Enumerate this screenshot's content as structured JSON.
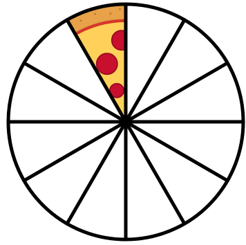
{
  "diagram": {
    "total_slices": 12,
    "filled_slices": 1,
    "filled_slice_index": 11,
    "filled_fraction": 0.0833,
    "fill_depiction": "pepperoni-pizza-slice",
    "colors": {
      "outline": "#000000",
      "background": "#ffffff",
      "crust": "#e7a24a",
      "crust_edge": "#c77f2e",
      "cheese": "#ffd15a",
      "sauce": "#d8362a",
      "pepperoni": "#c8102e",
      "pepperoni_dark": "#9e0c22"
    }
  }
}
